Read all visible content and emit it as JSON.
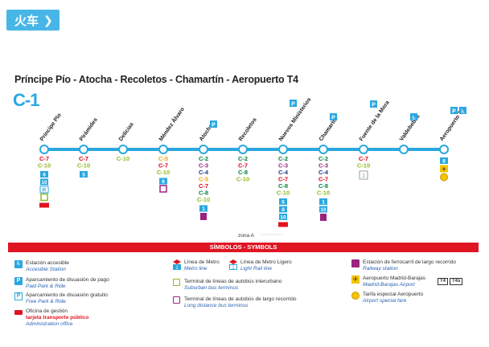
{
  "top_badge": {
    "label": "火车",
    "chevron": "❯"
  },
  "title": "Príncipe Pío - Atocha - Recoletos - Chamartín - Aeropuerto T4",
  "line_code": "C-1",
  "line_color": "#2aa7e0",
  "stations": [
    {
      "name": "Príncipe Pío",
      "lines": [
        {
          "t": "C-7",
          "c": "#e2001a"
        },
        {
          "t": "C-10",
          "c": "#8dbb25"
        }
      ],
      "services": [
        "metro-6",
        "metro-10",
        "metro-R",
        "bus",
        "office"
      ],
      "parking": []
    },
    {
      "name": "Pirámides",
      "lines": [
        {
          "t": "C-7",
          "c": "#e2001a"
        },
        {
          "t": "C-10",
          "c": "#8dbb25"
        }
      ],
      "services": [
        "metro-5"
      ],
      "parking": []
    },
    {
      "name": "Delicias",
      "lines": [
        {
          "t": "C-10",
          "c": "#8dbb25"
        }
      ],
      "services": [],
      "parking": []
    },
    {
      "name": "Méndez Álvaro",
      "lines": [
        {
          "t": "C-5",
          "c": "#f5a200"
        },
        {
          "t": "C-7",
          "c": "#e2001a"
        },
        {
          "t": "C-10",
          "c": "#8dbb25"
        }
      ],
      "services": [
        "metro-6",
        "ld-bus"
      ],
      "parking": []
    },
    {
      "name": "Atocha",
      "lines": [
        {
          "t": "C-2",
          "c": "#00843d"
        },
        {
          "t": "C-3",
          "c": "#9b2380"
        },
        {
          "t": "C-4",
          "c": "#1e3a8a"
        },
        {
          "t": "C-5",
          "c": "#f5a200"
        },
        {
          "t": "C-7",
          "c": "#e2001a"
        },
        {
          "t": "C-8",
          "c": "#00843d"
        },
        {
          "t": "C-10",
          "c": "#8dbb25"
        }
      ],
      "services": [
        "metro-1",
        "rail"
      ],
      "parking": [
        "P"
      ]
    },
    {
      "name": "Recoletos",
      "lines": [
        {
          "t": "C-2",
          "c": "#00843d"
        },
        {
          "t": "C-7",
          "c": "#e2001a"
        },
        {
          "t": "C-8",
          "c": "#00843d"
        },
        {
          "t": "C-10",
          "c": "#8dbb25"
        }
      ],
      "services": [],
      "parking": []
    },
    {
      "name": "Nuevos Ministerios",
      "lines": [
        {
          "t": "C-2",
          "c": "#00843d"
        },
        {
          "t": "C-3",
          "c": "#9b2380"
        },
        {
          "t": "C-4",
          "c": "#1e3a8a"
        },
        {
          "t": "C-7",
          "c": "#e2001a"
        },
        {
          "t": "C-8",
          "c": "#00843d"
        },
        {
          "t": "C-10",
          "c": "#8dbb25"
        }
      ],
      "services": [
        "metro-6",
        "metro-8",
        "metro-10",
        "office"
      ],
      "parking": [
        "P"
      ]
    },
    {
      "name": "Chamartín",
      "lines": [
        {
          "t": "C-2",
          "c": "#00843d"
        },
        {
          "t": "C-3",
          "c": "#9b2380"
        },
        {
          "t": "C-4",
          "c": "#1e3a8a"
        },
        {
          "t": "C-7",
          "c": "#e2001a"
        },
        {
          "t": "C-8",
          "c": "#00843d"
        },
        {
          "t": "C-10",
          "c": "#8dbb25"
        }
      ],
      "services": [
        "metro-1",
        "metro-10",
        "rail"
      ],
      "parking": [
        "P"
      ]
    },
    {
      "name": "Fuente de la Mora",
      "lines": [
        {
          "t": "C-7",
          "c": "#e2001a"
        },
        {
          "t": "C-10",
          "c": "#8dbb25"
        }
      ],
      "services": [
        "light-1"
      ],
      "parking": [
        "P"
      ]
    },
    {
      "name": "Valdebebas",
      "lines": [],
      "services": [],
      "parking": [
        "acc"
      ]
    },
    {
      "name": "Aeropuerto T4",
      "lines": [],
      "services": [
        "metro-8",
        "airport",
        "fare"
      ],
      "parking": [
        "P",
        "acc"
      ]
    }
  ],
  "zona_label": "zona A",
  "symbols_header": "SÍMBOLOS - SYMBOLS",
  "legend": [
    {
      "id": "acc",
      "title": "Estación accesible",
      "sub": "Accesible Station"
    },
    {
      "id": "P",
      "title": "Aparcamiento de disuasión de pago",
      "sub": "Paid Park & Ride"
    },
    {
      "id": "Pfree",
      "title": "Aparcamiento de disuasión gratuito",
      "sub": "Free Park & Ride"
    },
    {
      "id": "office",
      "title": "Oficina de gestión",
      "title2": "tarjeta transporte público",
      "sub": "Administration office"
    },
    {
      "id": "metro",
      "title": "Línea de Metro",
      "sub": "Metro line"
    },
    {
      "id": "light",
      "title": "Línea de Metro Ligero",
      "sub": "Light Rail line"
    },
    {
      "id": "bus",
      "title": "Terminal de líneas de autobús interurbano",
      "sub": "Suburban bus terminus"
    },
    {
      "id": "ldbus",
      "title": "Terminal de líneas de autobús de largo recorrido",
      "sub": "Long distance bus terminus"
    },
    {
      "id": "rail",
      "title": "Estación de ferrocarril de largo recorrido",
      "sub": "Railway station"
    },
    {
      "id": "airport",
      "title": "Aeropuerto Madrid-Barajas",
      "sub": "Madrid-Barajas Airport",
      "tags": [
        "T4",
        "T4s"
      ]
    },
    {
      "id": "fare",
      "title": "Tarifa especial Aeropuerto",
      "sub": "Airport special fare"
    }
  ]
}
